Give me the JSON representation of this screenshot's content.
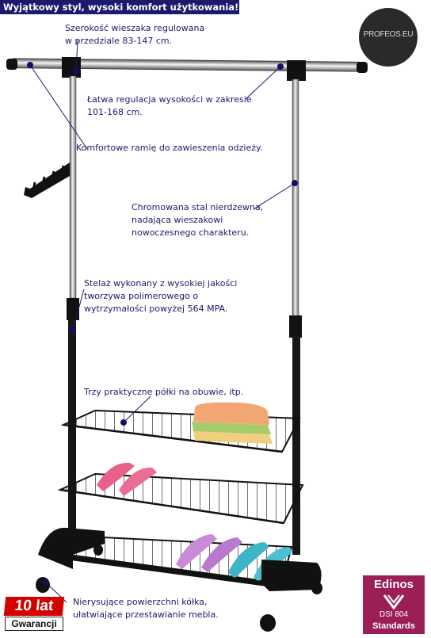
{
  "banner": "Wyjątkowy styl, wysoki komfort użytkowania!",
  "logo": "PROFEOS.EU",
  "captions": {
    "width": [
      "Szerokość wieszaka regulowana",
      "w przedziale 83-147 cm."
    ],
    "height": [
      "Łatwa regulacja wysokości w zakresie",
      "101-168 cm."
    ],
    "arm": [
      "Komfortowe ramię do zawieszenia odzieży."
    ],
    "chrome": [
      "Chromowana stal nierdzewna,",
      "nadająca wieszakowi",
      "nowoczesnego charakteru."
    ],
    "frame": [
      "Stelaż wykonany z wysokiej jakości",
      "tworzywa polimerowego o",
      "wytrzymałości powyżej 564 MPA."
    ],
    "shelves": [
      "Trzy praktyczne półki na obuwie, itp."
    ],
    "wheels": [
      "Nierysujące powierzchni kółka,",
      "ułatwiające przestawianie mebla."
    ]
  },
  "warranty": {
    "number": "10 lat",
    "label": "Gwarancji"
  },
  "certificate": {
    "brand": "Edinos",
    "code": "DSI 804",
    "label": "Standards"
  },
  "colors": {
    "accent": "#1b1b6e",
    "warranty_red": "#d40000",
    "cert_bg": "#9b1e57"
  }
}
